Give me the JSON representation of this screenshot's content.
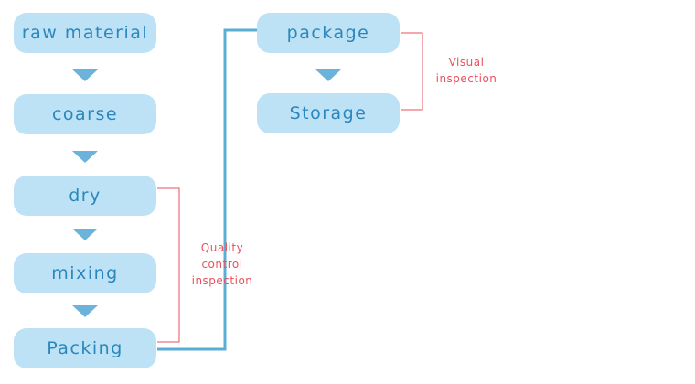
{
  "flow": {
    "steps": [
      "raw material",
      "coarse",
      "dry",
      "mixing",
      "Packing",
      "package",
      "Storage"
    ]
  },
  "annotations": {
    "quality": [
      "Quality",
      "control",
      "inspection"
    ],
    "visual": [
      "Visual",
      "inspection"
    ]
  },
  "colors": {
    "step_fill": "#bde2f5",
    "step_text": "#2a87bd",
    "arrow": "#6cb3dc",
    "connector": "#5aaed6",
    "bracket": "#e8515e",
    "note_text": "#e8515e"
  }
}
